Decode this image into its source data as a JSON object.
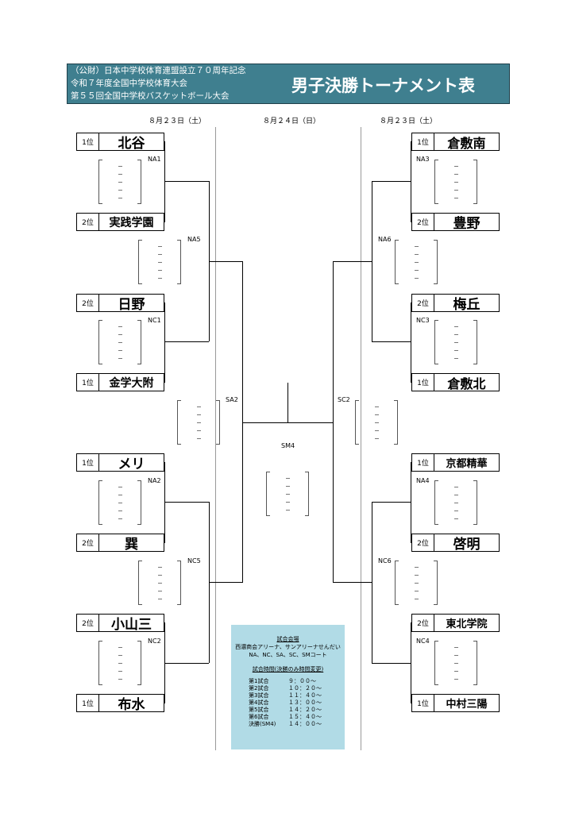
{
  "header": {
    "line1": "（公財）日本中学校体育連盟設立７０周年記念",
    "line2": "令和７年度全国中学校体育大会",
    "line3": "第５５回全国中学校バスケットボール大会",
    "title": "男子決勝トーナメント表"
  },
  "dates": {
    "left": "８月２３日（土）",
    "center": "８月２４日（日）",
    "right": "８月２３日（土）"
  },
  "teams_left": [
    {
      "rank": "1位",
      "name": "北谷"
    },
    {
      "rank": "2位",
      "name": "実践学園"
    },
    {
      "rank": "2位",
      "name": "日野"
    },
    {
      "rank": "1位",
      "name": "金学大附"
    },
    {
      "rank": "1位",
      "name": "メリ"
    },
    {
      "rank": "2位",
      "name": "巽"
    },
    {
      "rank": "2位",
      "name": "小山三"
    },
    {
      "rank": "1位",
      "name": "布水"
    }
  ],
  "teams_right": [
    {
      "rank": "1位",
      "name": "倉敷南"
    },
    {
      "rank": "2位",
      "name": "豊野"
    },
    {
      "rank": "2位",
      "name": "梅丘"
    },
    {
      "rank": "1位",
      "name": "倉敷北"
    },
    {
      "rank": "1位",
      "name": "京都精華"
    },
    {
      "rank": "2位",
      "name": "啓明"
    },
    {
      "rank": "2位",
      "name": "東北学院"
    },
    {
      "rank": "1位",
      "name": "中村三陽"
    }
  ],
  "codes": {
    "NA1": "NA1",
    "NC1": "NC1",
    "NA2": "NA2",
    "NC2": "NC2",
    "NA3": "NA3",
    "NC3": "NC3",
    "NA4": "NA4",
    "NC4": "NC4",
    "NA5": "NA5",
    "NC5": "NC5",
    "NA6": "NA6",
    "NC6": "NC6",
    "SA2": "SA2",
    "SC2": "SC2",
    "SM4": "SM4"
  },
  "info": {
    "venue_title": "試合会場",
    "venue_line1": "西濃商会アリーナ、サンアリーナせんだい",
    "venue_line2": "NA、NC、SA、SC、SMコート",
    "time_title": "試合時間(決勝のみ時間変更)",
    "schedule": [
      {
        "label": "第1試合",
        "time": "９：００～"
      },
      {
        "label": "第2試合",
        "time": "１０：２０～"
      },
      {
        "label": "第3試合",
        "time": "１１：４０～"
      },
      {
        "label": "第4試合",
        "time": "１３：００～"
      },
      {
        "label": "第5試合",
        "time": "１４：２０～"
      },
      {
        "label": "第6試合",
        "time": "１５：４０～"
      },
      {
        "label": "決勝(SM4)",
        "time": "１４：００～"
      }
    ]
  },
  "colors": {
    "header_bg": "#3f7f8f",
    "info_bg": "#b1dbe6"
  }
}
